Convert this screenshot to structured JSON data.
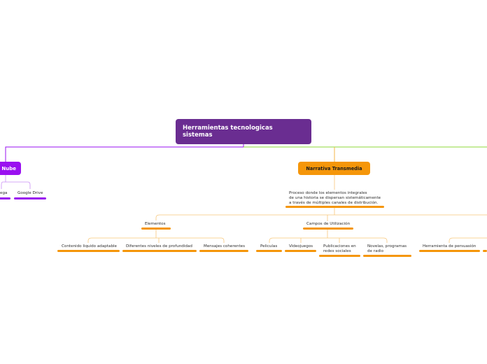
{
  "colors": {
    "root": "#6a2d91",
    "purple": "#9a10f0",
    "orange": "#f5960a",
    "green": "#8ed83a"
  },
  "root": {
    "title": "Herramientas tecnologicas\nsistemas"
  },
  "left_branch": {
    "label": "Nube",
    "children": [
      {
        "label": "ega"
      },
      {
        "label": "Google Drive"
      }
    ]
  },
  "center_branch": {
    "label": "Narrativa Transmedia",
    "description": "Proceso donde los elementos integrales\nde una historia se dispersan sistemáticamente\na través de múltiples canales de distribución.",
    "groups": [
      {
        "label": "Elementos",
        "children": [
          {
            "label": "Contenido liquido adaptable"
          },
          {
            "label": "Diferentes niveles de profundidad"
          },
          {
            "label": "Mensajes coherentes"
          }
        ]
      },
      {
        "label": "Campos de Utilización",
        "children": [
          {
            "label": "Peliculas"
          },
          {
            "label": "Videojuegos"
          },
          {
            "label": "Publicaciones en\nredes sociales"
          },
          {
            "label": "Novelas, programas\nde radio"
          }
        ]
      },
      {
        "label": "",
        "children": [
          {
            "label": "Herramienta de persuasión"
          }
        ]
      }
    ]
  }
}
